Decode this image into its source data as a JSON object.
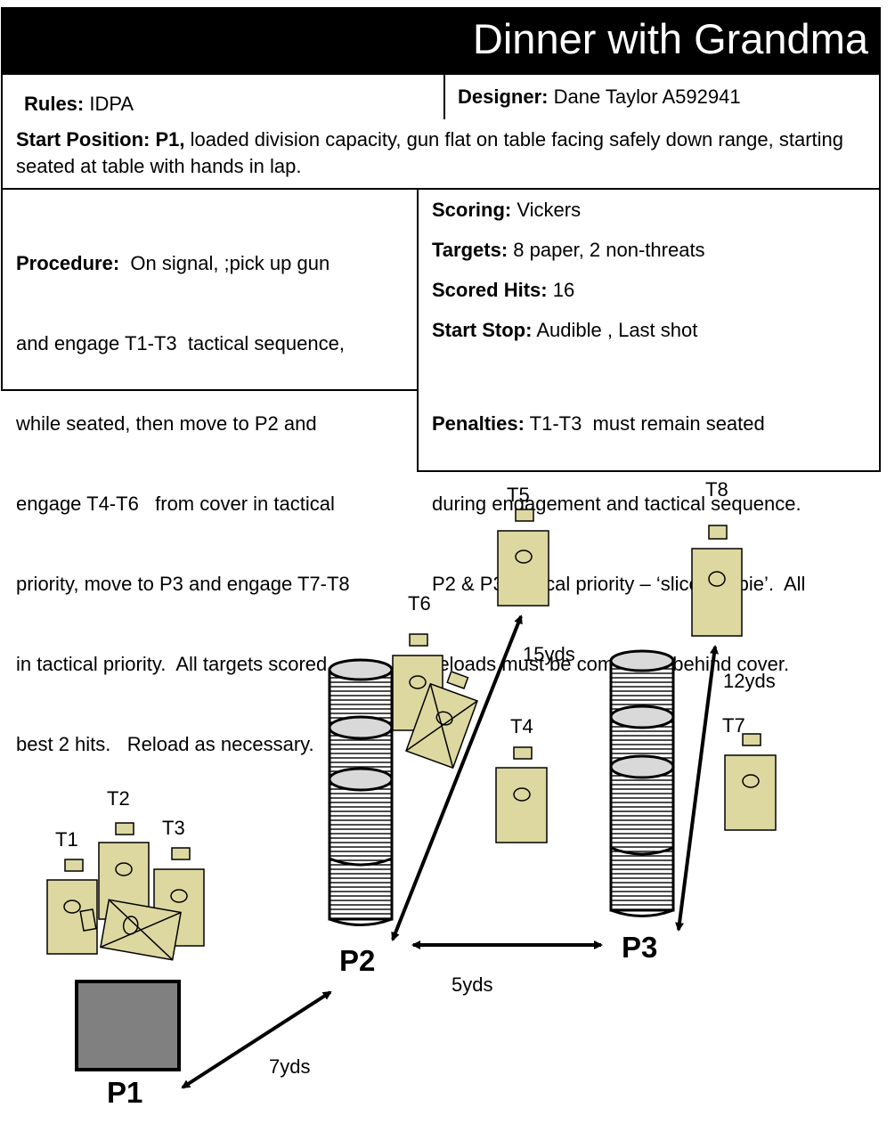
{
  "title": "Dinner with Grandma",
  "rules": {
    "label": "Rules:",
    "value": "IDPA"
  },
  "designer": {
    "label": "Designer:",
    "value": "Dane Taylor A592941"
  },
  "start_position": {
    "label": "Start Position:",
    "p1": "P1,",
    "text": "loaded division capacity, gun flat on table facing safely down range, starting seated at table with hands in lap."
  },
  "procedure": {
    "label": "Procedure:",
    "lines": [
      "On signal, ;pick up gun",
      "and engage T1-T3  tactical sequence,",
      "while seated, then move to P2 and",
      "engage T4-T6   from cover in tactical",
      "priority, move to P3 and engage T7-T8",
      "in tactical priority.  All targets scored",
      "best 2 hits.   Reload as necessary."
    ]
  },
  "scoring": {
    "label": "Scoring:",
    "value": "Vickers"
  },
  "targets": {
    "label": "Targets:",
    "value": "8 paper, 2 non-threats"
  },
  "scored_hits": {
    "label": "Scored Hits:",
    "value": "16"
  },
  "start_stop": {
    "label": "Start Stop:",
    "value": "Audible , Last shot"
  },
  "penalties": {
    "label": "Penalties:",
    "lines": [
      "T1-T3  must remain seated",
      "during engagement and tactical sequence.",
      "P2 & P3 tactical priority – ‘slice the pie’.  All",
      "reloads must be completed behind cover."
    ]
  },
  "diagram": {
    "targets": [
      "T1",
      "T2",
      "T3",
      "T4",
      "T5",
      "T6",
      "T7",
      "T8"
    ],
    "positions": [
      "P1",
      "P2",
      "P3"
    ],
    "distances": {
      "p1_p2": "7yds",
      "p2_p3": "5yds",
      "p2_t5": "15yds",
      "p3_t8": "12yds"
    },
    "colors": {
      "target_fill": "#ddd8a0",
      "table_fill": "#808080",
      "title_bg": "#000000"
    }
  }
}
